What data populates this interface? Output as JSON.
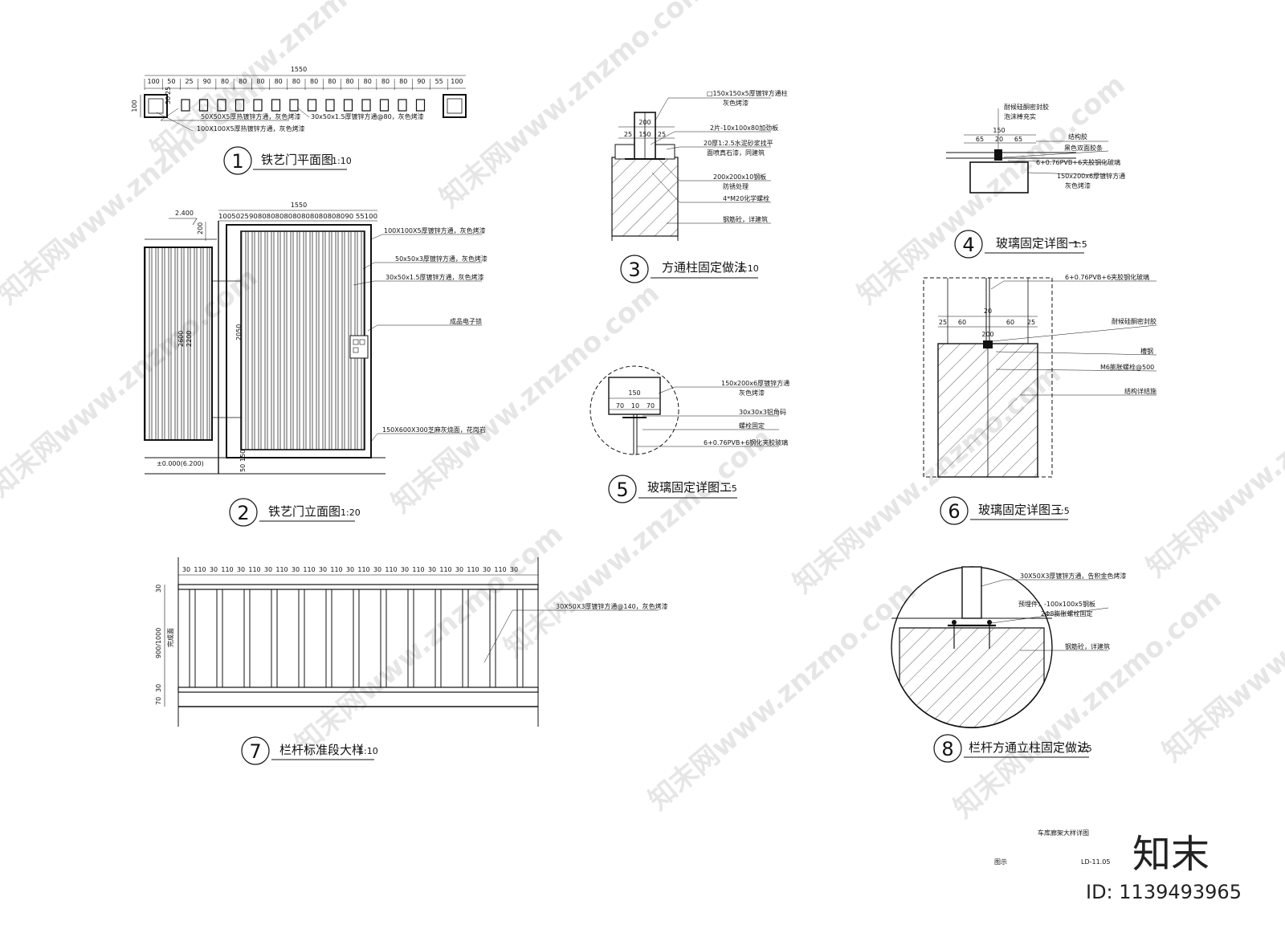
{
  "details": [
    {
      "num": "1",
      "title": "铁艺门平面图",
      "scale": "1:10"
    },
    {
      "num": "2",
      "title": "铁艺门立面图",
      "scale": "1:20"
    },
    {
      "num": "3",
      "title": "方通柱固定做法",
      "scale": "1:10"
    },
    {
      "num": "4",
      "title": "玻璃固定详图一",
      "scale": "1:5"
    },
    {
      "num": "5",
      "title": "玻璃固定详图二",
      "scale": "1:5"
    },
    {
      "num": "6",
      "title": "玻璃固定详图三",
      "scale": "1:5"
    },
    {
      "num": "7",
      "title": "栏杆标准段大样",
      "scale": "1:10"
    },
    {
      "num": "8",
      "title": "栏杆方通立柱固定做法",
      "scale": "1:5"
    }
  ],
  "d1": {
    "overall": "1550",
    "dims": [
      "100",
      "50",
      "25",
      "90",
      "80",
      "80",
      "80",
      "80",
      "80",
      "80",
      "80",
      "80",
      "80",
      "80",
      "80",
      "90",
      "55",
      "100"
    ],
    "left_dim": "100",
    "small_dims": [
      "25",
      "50"
    ],
    "notes": [
      "50X50X5厚热镀锌方通，灰色烤漆",
      "100X100X5厚热镀锌方通，灰色烤漆",
      "30x50x1.5厚镀锌方通@80，灰色烤漆"
    ]
  },
  "d2": {
    "overall": "1550",
    "dim_string": "1005025908080808080808080808090 55100",
    "level_top": "2.400",
    "level_bottom": "±0.000(6.200)",
    "v_dims": [
      "200",
      "2600",
      "2200",
      "2050",
      "150",
      "50"
    ],
    "notes": [
      "100X100X5厚镀锌方通，灰色烤漆",
      "50x50x3厚镀锌方通，灰色烤漆",
      "30x50x1.5厚镀锌方通，灰色烤漆",
      "成品电子锁",
      "150X600X300芝麻灰烧面，花岗岩"
    ]
  },
  "d3": {
    "dims": [
      "200",
      "25",
      "150",
      "25"
    ],
    "notes": [
      "□150x150x5厚镀锌方通柱",
      "灰色烤漆",
      "2片-10x100x80加劲板",
      "20厚1:2.5水泥砂浆找平",
      "面喷真石漆，同建筑",
      "200x200x10钢板",
      "防锈处理",
      "4*M20化学螺栓",
      "钢筋砼，详建筑"
    ]
  },
  "d4": {
    "dims": [
      "150",
      "65",
      "20",
      "65"
    ],
    "notes": [
      "耐候硅酮密封胶",
      "泡沫棒充实",
      "结构胶",
      "黑色双面胶条",
      "6+0.76PVB+6夹胶钢化玻璃",
      "150x200x6厚镀锌方通",
      "灰色烤漆"
    ]
  },
  "d5": {
    "dims": [
      "150",
      "70",
      "10",
      "70"
    ],
    "notes": [
      "150x200x6厚镀锌方通",
      "灰色烤漆",
      "30x30x3铝角码",
      "螺栓固定",
      "6+0.76PVB+6钢化夹胶玻璃"
    ]
  },
  "d6": {
    "dims": [
      "25",
      "60",
      "20",
      "60",
      "25",
      "200"
    ],
    "notes": [
      "6+0.76PVB+6夹胶钢化玻璃",
      "耐候硅酮密封胶",
      "槽钢",
      "M6膨胀螺栓@500",
      "结构详结施"
    ]
  },
  "d7": {
    "dims": [
      "30",
      "110",
      "30",
      "110",
      "30",
      "110",
      "30",
      "110",
      "30",
      "110",
      "30",
      "110",
      "30",
      "110",
      "30",
      "110",
      "30",
      "110",
      "30",
      "110",
      "30",
      "110",
      "30",
      "110",
      "30"
    ],
    "v_dims": [
      "30",
      "900/1000",
      "70",
      "30"
    ],
    "side_label": "完成面",
    "notes": [
      "30X50X3厚镀锌方通@140，灰色烤漆"
    ]
  },
  "d8": {
    "notes": [
      "30X50X3厚镀锌方通，告积金色烤漆",
      "预埋件：-100x100x5钢板",
      "2Φ8膨胀螺栓固定",
      "钢筋砼，详建筑"
    ]
  },
  "titleblock": {
    "drawing_name": "车库廊架大样详图",
    "label": "图示",
    "code": "LD-11.05"
  },
  "watermark": {
    "text": "知末网www.znzmo.com",
    "brand": "知末",
    "id": "ID: 1139493965"
  },
  "colors": {
    "line": "#111111",
    "hatch": "#333333",
    "watermark": "#e6e6e6"
  }
}
